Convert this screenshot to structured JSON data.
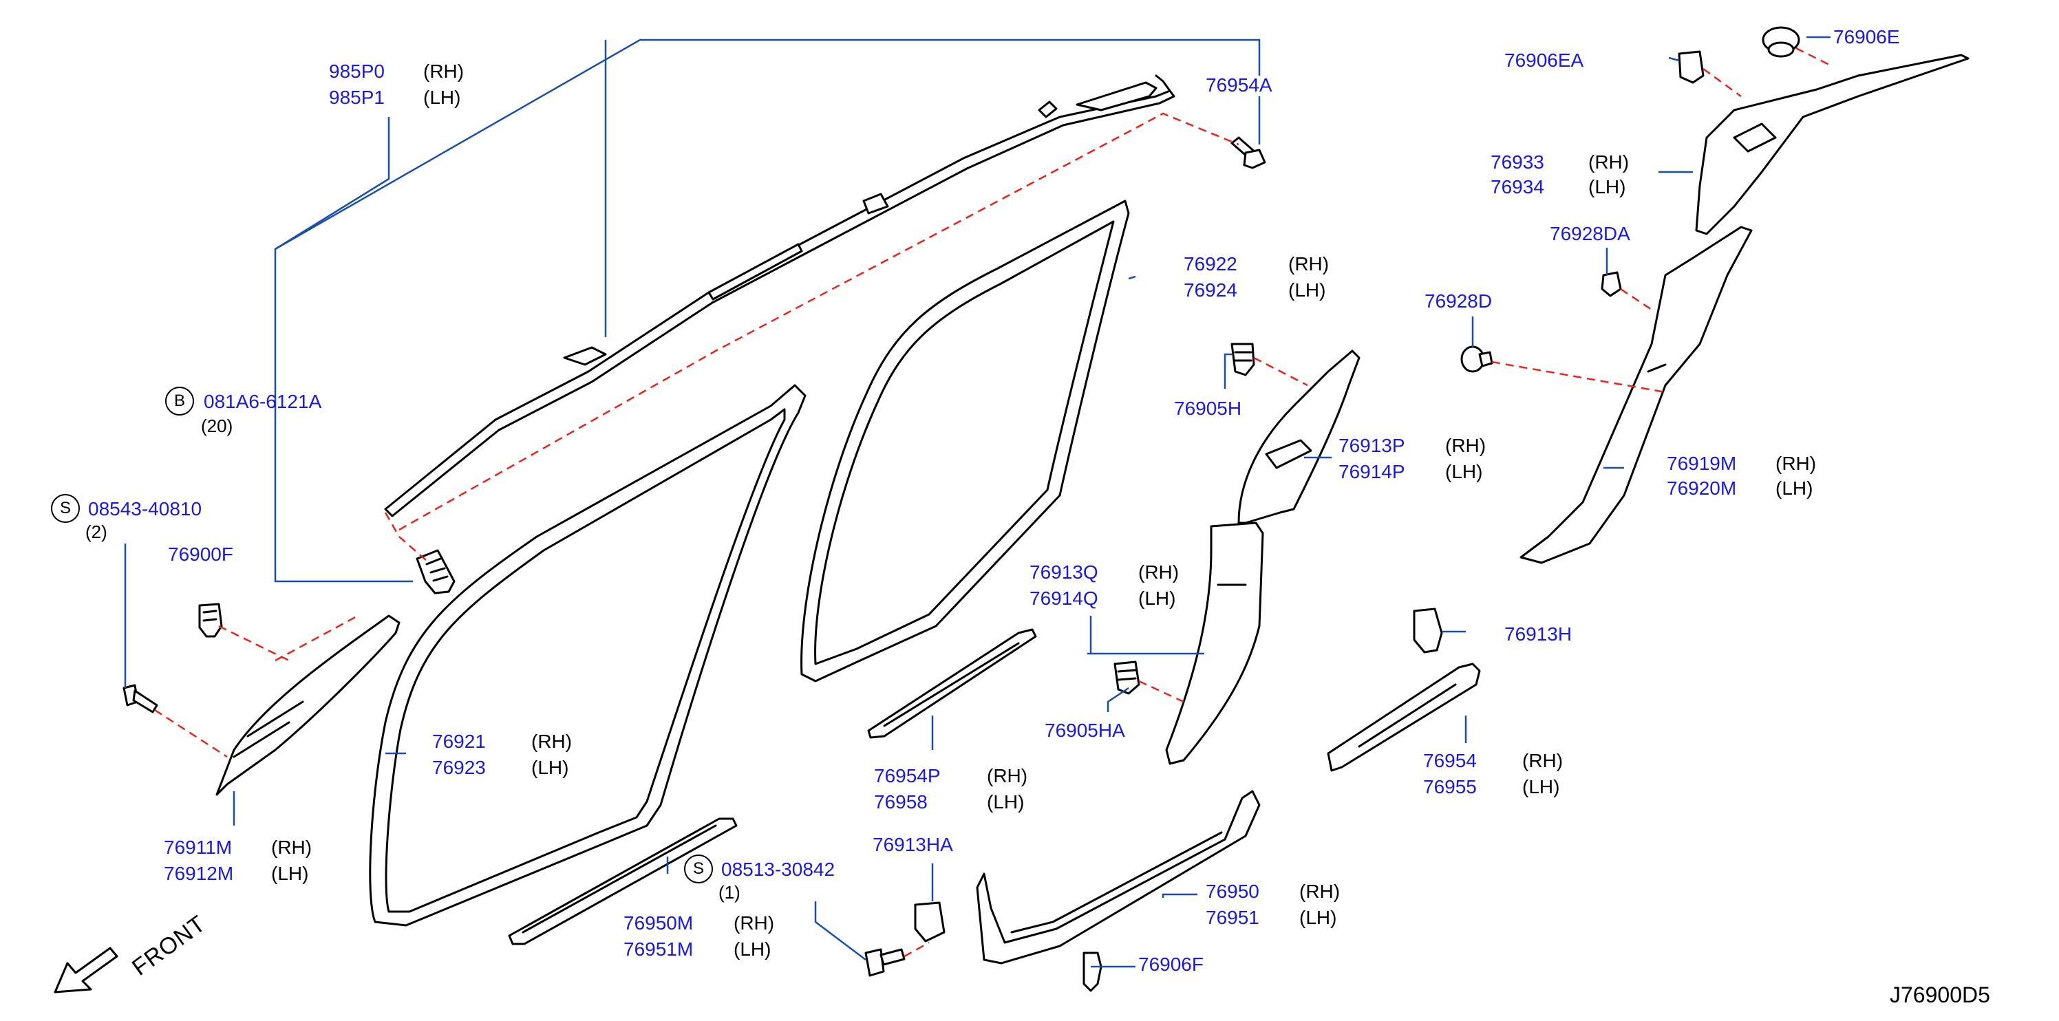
{
  "labels": {
    "p985P0": "985P0",
    "p985P1": "985P1",
    "p76954A": "76954A",
    "p76906E": "76906E",
    "p76906EA": "76906EA",
    "p76933": "76933",
    "p76934": "76934",
    "p76928DA": "76928DA",
    "p76928D": "76928D",
    "p76922": "76922",
    "p76924": "76924",
    "p76905H": "76905H",
    "p76913P": "76913P",
    "p76914P": "76914P",
    "p76919M": "76919M",
    "p76920M": "76920M",
    "p081A6": "081A6-6121A",
    "q081A6": "(20)",
    "p08543": "08543-40810",
    "q08543": "(2)",
    "p76900F": "76900F",
    "p76913Q": "76913Q",
    "p76914Q": "76914Q",
    "p76913H": "76913H",
    "p76905HA": "76905HA",
    "p76921": "76921",
    "p76923": "76923",
    "p76954P": "76954P",
    "p76958": "76958",
    "p76954": "76954",
    "p76955": "76955",
    "p76911M": "76911M",
    "p76912M": "76912M",
    "p76913HA": "76913HA",
    "p08513": "08513-30842",
    "q08513": "(1)",
    "p76950": "76950",
    "p76951": "76951",
    "p76950M": "76950M",
    "p76951M": "76951M",
    "p76906F": "76906F"
  },
  "sides": {
    "rh": "(RH)",
    "lh": "(LH)"
  },
  "symbols": {
    "b": "B",
    "s": "S"
  },
  "front_label": "FRONT",
  "figure_code": "J76900D5",
  "colors": {
    "leader": "#1a4fa8",
    "dash": "#e8241c",
    "part_number": "#1a1adc",
    "part_fill": "#ffffff",
    "outline": "#000000"
  }
}
